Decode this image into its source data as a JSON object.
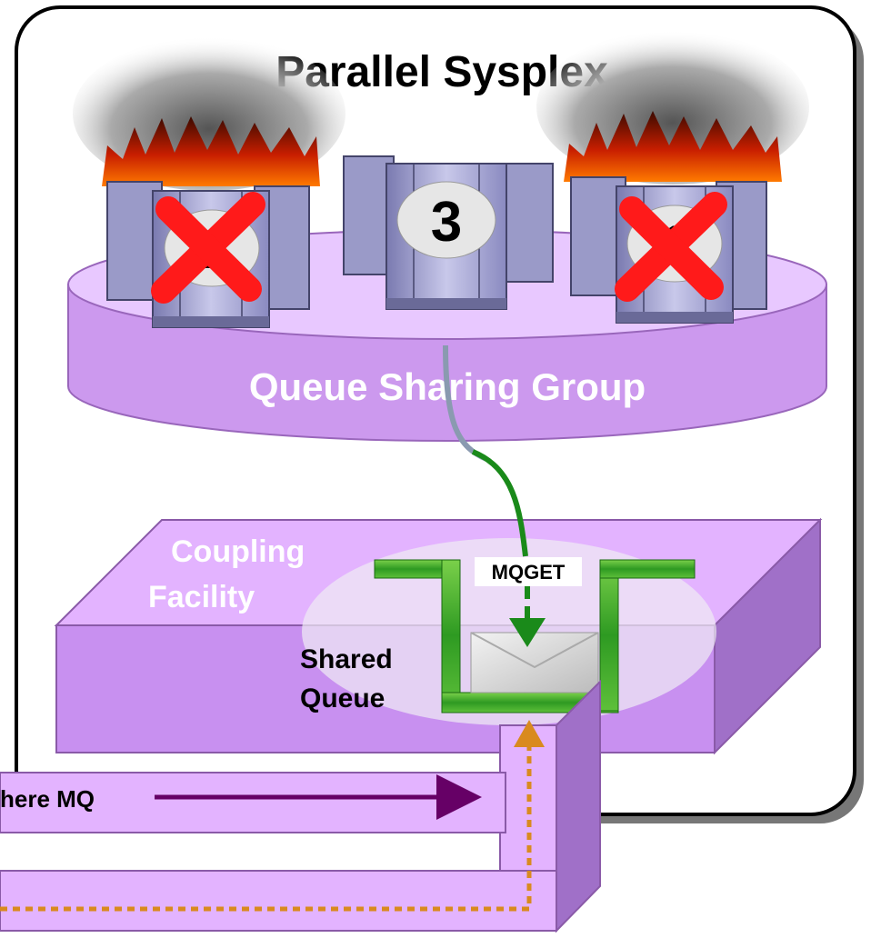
{
  "sysplex": {
    "title": "Parallel Sysplex"
  },
  "qsg": {
    "label": "Queue Sharing Group"
  },
  "servers": [
    {
      "number": "2",
      "failed": true
    },
    {
      "number": "3",
      "failed": false
    },
    {
      "number": "1",
      "failed": true
    }
  ],
  "cf": {
    "label_line1": "Coupling",
    "label_line2": "Facility"
  },
  "queue": {
    "label_line1": "Shared",
    "label_line2": "Queue",
    "get_label": "MQGET"
  },
  "network": {
    "label": "here MQ"
  },
  "colors": {
    "purple_light": "#e3b3ff",
    "purple_mid": "#c890f0",
    "purple_dark": "#a070c8",
    "frame_shadow": "#777777",
    "green": "#1a8a1a",
    "orange": "#d98a1e",
    "arrow_purple": "#660066",
    "fail_red": "#ff1a1a"
  }
}
